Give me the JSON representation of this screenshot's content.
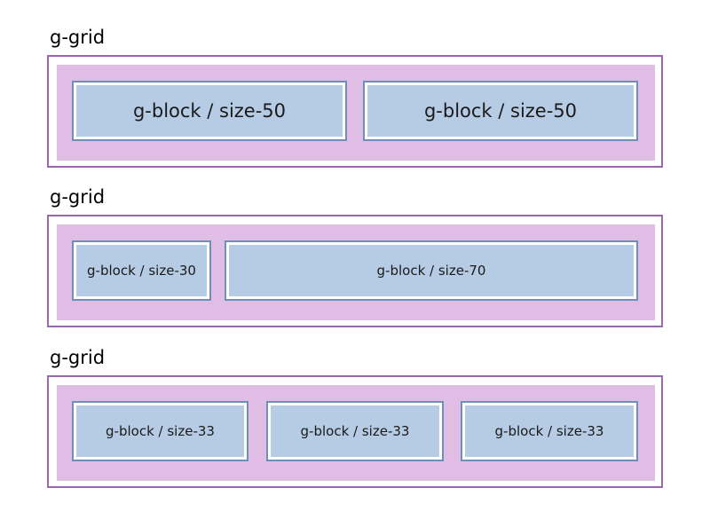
{
  "grids": [
    {
      "label": "g-grid",
      "blocks": [
        {
          "label": "g-block / size-50",
          "size": 50
        },
        {
          "label": "g-block / size-50",
          "size": 50
        }
      ]
    },
    {
      "label": "g-grid",
      "blocks": [
        {
          "label": "g-block / size-30",
          "size": 30
        },
        {
          "label": "g-block / size-70",
          "size": 70
        }
      ]
    },
    {
      "label": "g-grid",
      "blocks": [
        {
          "label": "g-block / size-33",
          "size": 33
        },
        {
          "label": "g-block / size-33",
          "size": 33
        },
        {
          "label": "g-block / size-33",
          "size": 33
        }
      ]
    }
  ],
  "colors": {
    "grid_border": "#9b66b0",
    "grid_fill": "#dfbde5",
    "block_fill": "#b6cce4",
    "block_border": "#6f8fb9"
  }
}
